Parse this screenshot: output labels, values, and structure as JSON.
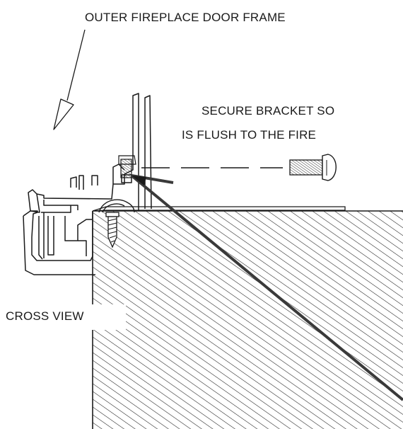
{
  "labels": {
    "outer_frame": "OUTER FIREPLACE DOOR FRAME",
    "instruction_line1": "SECURE BRACKET SO",
    "instruction_line2": "IS FLUSH TO THE FIRE",
    "cross_view": "CROSS VIEW"
  },
  "colors": {
    "ink": "#1a1a1a",
    "leader_line": "#3a3a3a",
    "background": "#ffffff"
  },
  "icons": {
    "screw": "machine-screw-icon",
    "mount_screw": "wood-screw-icon"
  }
}
